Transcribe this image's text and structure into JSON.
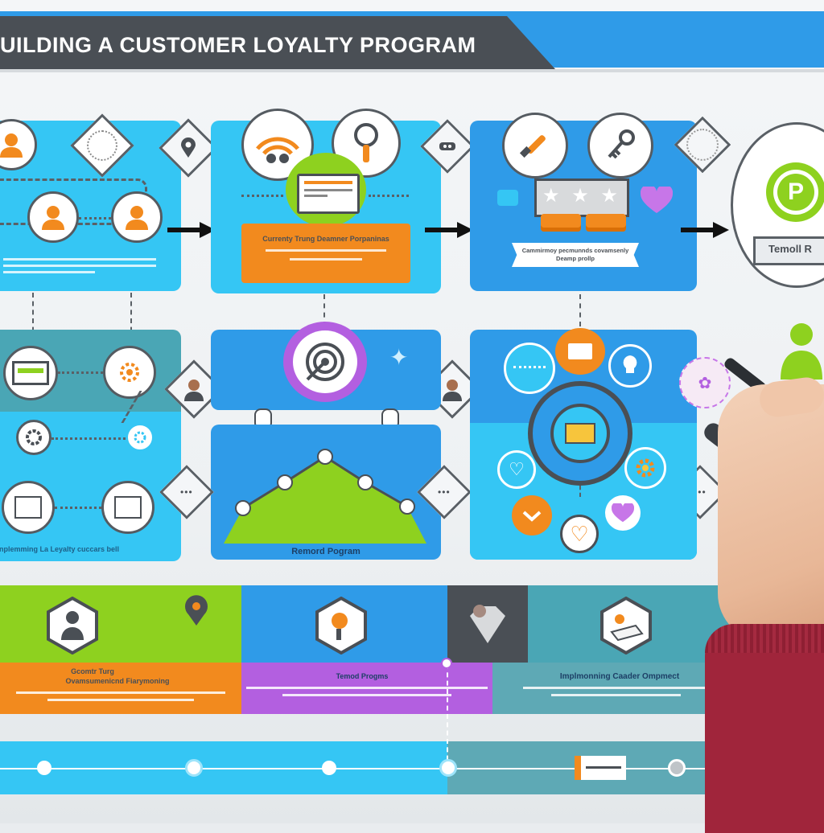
{
  "header": {
    "title": "UILDING A CUSTOMER LOYALTY PROGRAM"
  },
  "step1": {
    "caption": ""
  },
  "step2": {
    "label": "Currenty Trung Deamner Porpaninas"
  },
  "step3": {
    "banner": "Cammirmoy pecmunnds covamsenly Deamp prollp"
  },
  "step4": {
    "banner": "Temoll R"
  },
  "row2": {
    "left_caption": "Jnplemming La Leyalty cuccars bell",
    "center_caption": "Remord Pogram"
  },
  "bottom": {
    "left_title": "Gcomtr Turg",
    "left_sub": "Ovamsumenicnd Fiarymoning",
    "center_title": "Temod Progms",
    "right_title": "Implmonning Caader Ompmect"
  },
  "colors": {
    "cyan": "#35c6f4",
    "blue": "#2f9be8",
    "teal": "#4aa6b5",
    "orange": "#f28a1e",
    "lime": "#8ed11f",
    "purple": "#b35fe0",
    "gray": "#4a4f55"
  },
  "icons": [
    "person-icon",
    "location-pin-icon",
    "wifi-icon",
    "search-icon",
    "laptop-icon",
    "chat-icon",
    "flashlight-icon",
    "key-icon",
    "heart-icon",
    "star-icon",
    "gift-box-icon",
    "target-icon",
    "sparkle-icon",
    "mail-icon",
    "lightbulb-icon",
    "gear-icon",
    "diamond-icon",
    "parking-badge-icon",
    "pen-icon"
  ]
}
